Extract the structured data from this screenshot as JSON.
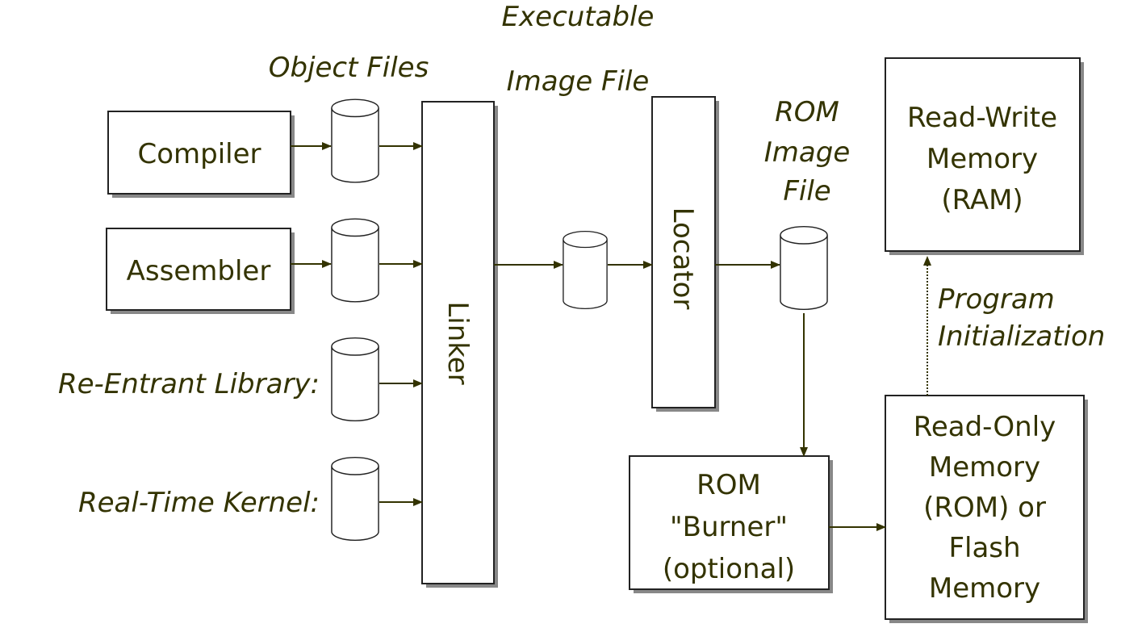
{
  "colors": {
    "text": "#333300",
    "arrow": "#333300",
    "box_border": "#222222",
    "shadow": "#888888"
  },
  "labels": {
    "object_files": "Object Files",
    "executable_image_file": [
      "Executable",
      "Image File"
    ],
    "rom_image_file": [
      "ROM",
      "Image",
      "File"
    ],
    "program_initialization": [
      "Program",
      "Initialization"
    ],
    "re_entrant_library": "Re-Entrant Library:",
    "real_time_kernel": "Real-Time Kernel:"
  },
  "boxes": {
    "compiler": "Compiler",
    "assembler": "Assembler",
    "linker": "Linker",
    "locator": "Locator",
    "rom_burner": [
      "ROM",
      "\"Burner\"",
      "(optional)"
    ],
    "ram": [
      "Read-Write",
      "Memory",
      "(RAM)"
    ],
    "rom": [
      "Read-Only",
      "Memory",
      "(ROM) or",
      "Flash",
      "Memory"
    ]
  }
}
